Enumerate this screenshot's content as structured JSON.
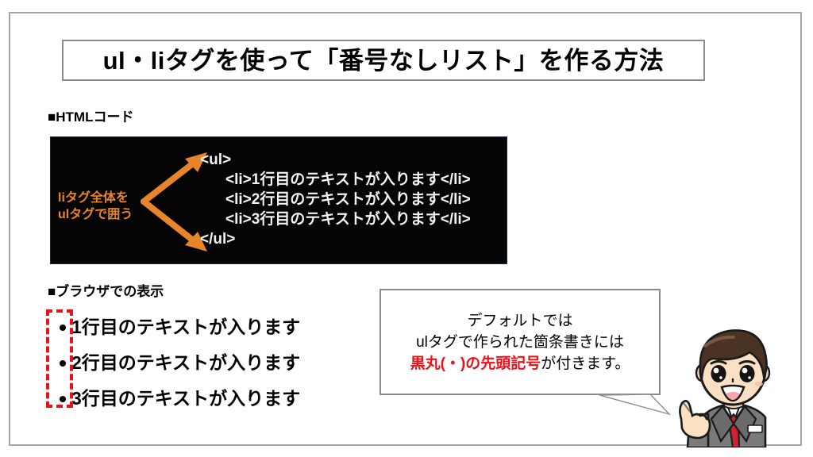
{
  "slide": {
    "title": "ul・liタグを使って「番号なしリスト」を作る方法",
    "sections": {
      "html_code_heading": "■HTMLコード",
      "browser_view_heading": "■ブラウザでの表示"
    },
    "code_block": {
      "background_color": "#050505",
      "text_color": "#f2f2f2",
      "lines": [
        {
          "text": "<ul>",
          "indent": false
        },
        {
          "text": "<li>1行目のテキストが入ります</li>",
          "indent": true
        },
        {
          "text": "<li>2行目のテキストが入ります</li>",
          "indent": true
        },
        {
          "text": "<li>3行目のテキストが入ります</li>",
          "indent": true
        },
        {
          "text": "</ul>",
          "indent": false
        }
      ],
      "annotation": {
        "line1": "liタグ全体を",
        "line2": "ulタグで囲う",
        "color": "#e8852b",
        "icon": "double-headed-arrow"
      }
    },
    "browser_preview": {
      "items": [
        "1行目のテキストが入ります",
        "2行目のテキストが入ります",
        "3行目のテキストが入ります"
      ],
      "bullet_marker": "black-disc",
      "highlight_color": "#e8131a"
    },
    "callout": {
      "line1": "デフォルトでは",
      "line2": "ulタグで作られた箇条書きには",
      "line3_highlight": "黒丸(・)の先頭記号",
      "line3_rest": "が付きます。",
      "highlight_color": "#e8131a"
    },
    "character": {
      "description": "businessman-pointing-up",
      "hair_color": "#4a3325",
      "suit_color": "#6b6b6b",
      "tie_color": "#cc2233"
    }
  }
}
